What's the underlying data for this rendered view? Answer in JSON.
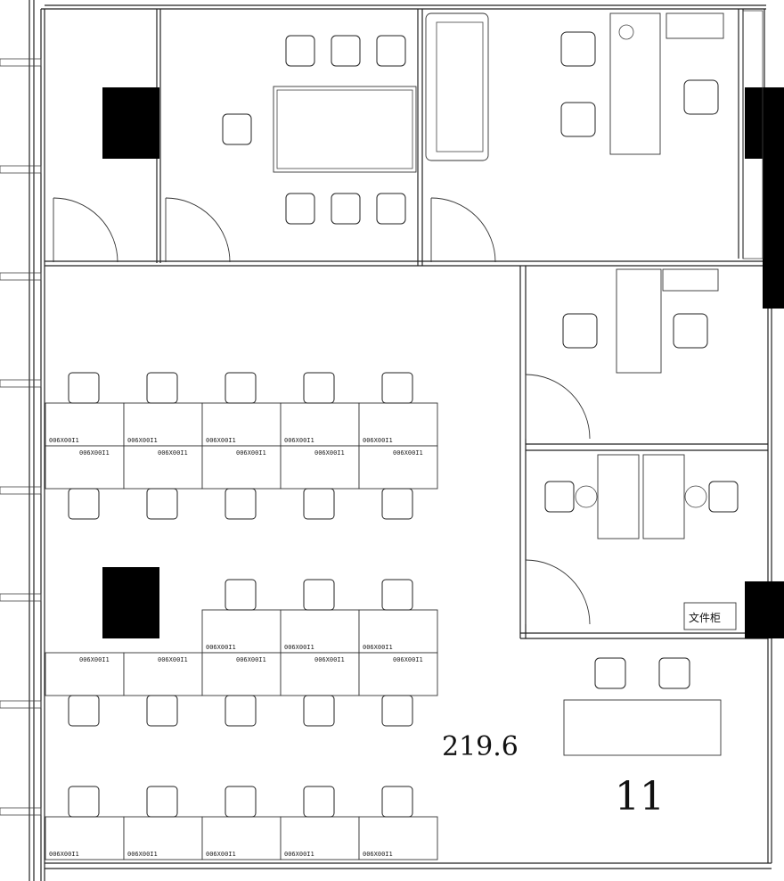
{
  "plan": {
    "area_label": "219.6",
    "room_number": "11",
    "cabinet_label": "文件柜",
    "desk_tag": "006X00Ӏ1"
  }
}
